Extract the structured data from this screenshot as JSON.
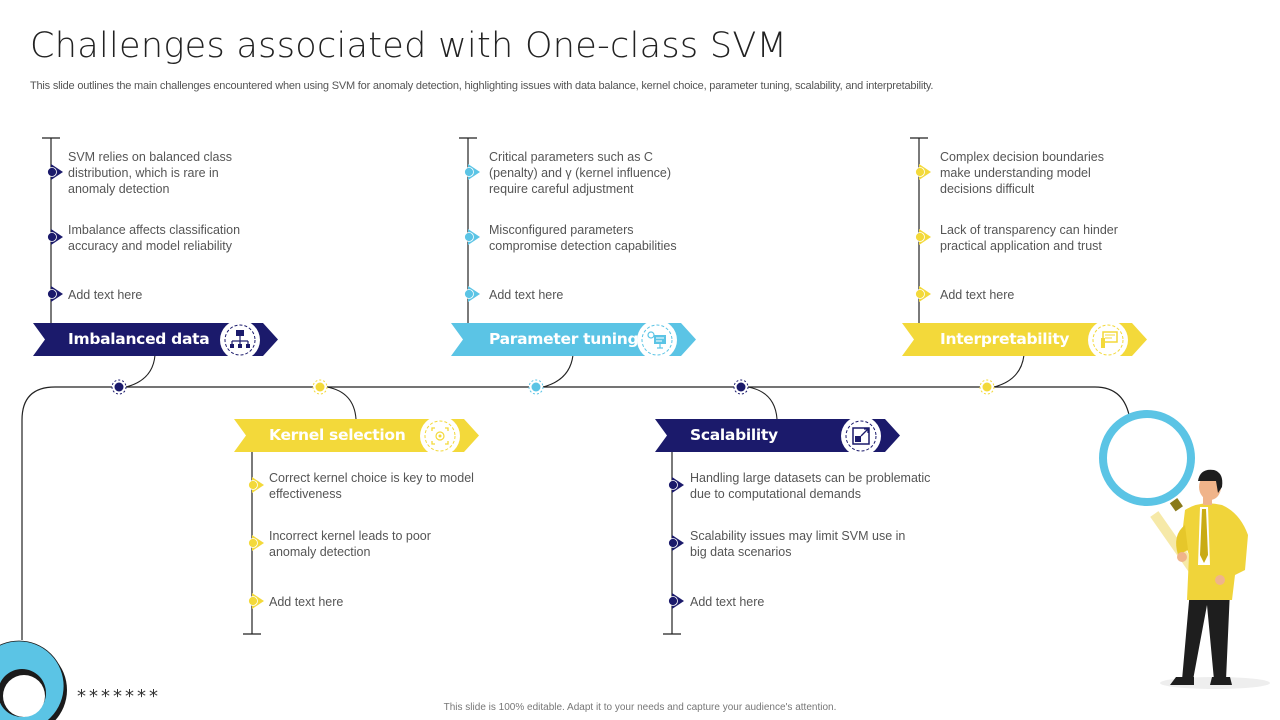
{
  "header": {
    "title": "Challenges associated with One-class SVM",
    "subtitle": "This slide outlines the main challenges encountered when using SVM for anomaly detection, highlighting issues with data balance, kernel choice, parameter tuning, scalability, and interpretability."
  },
  "colors": {
    "navy": "#1b1a6b",
    "sky": "#5bc4e5",
    "yellow": "#f3d93a",
    "line": "#222222"
  },
  "challenges": [
    {
      "title": "Imbalanced data",
      "icon": "hierarchy-network-icon",
      "color": "navy",
      "points": [
        "SVM relies on balanced class distribution, which is rare in anomaly detection",
        "Imbalance affects classification accuracy and model reliability",
        "Add text here"
      ]
    },
    {
      "title": "Kernel selection",
      "icon": "target-focus-icon",
      "color": "yellow",
      "points": [
        "Correct kernel choice is key to model effectiveness",
        "Incorrect kernel leads to poor anomaly detection",
        "Add text here"
      ]
    },
    {
      "title": "Parameter tuning",
      "icon": "settings-presentation-icon",
      "color": "sky",
      "points": [
        "Critical parameters such as C (penalty) and γ (kernel influence) require careful adjustment",
        "Misconfigured parameters compromise detection capabilities",
        "Add text here"
      ]
    },
    {
      "title": "Scalability",
      "icon": "resize-scale-icon",
      "color": "navy",
      "points": [
        "Handling large datasets can be problematic due to computational demands",
        "Scalability issues may limit SVM use in big data scenarios",
        "Add text here"
      ]
    },
    {
      "title": "Interpretability",
      "icon": "presentation-board-icon",
      "color": "yellow",
      "points": [
        "Complex decision boundaries make understanding model decisions difficult",
        "Lack of transparency can hinder practical application and trust",
        "Add text here"
      ]
    }
  ],
  "decor": {
    "stars": "*******",
    "illustration": "businessman-with-magnifying-glass"
  },
  "footer": {
    "note": "This slide is 100% editable. Adapt it to your needs and capture your audience's attention."
  }
}
